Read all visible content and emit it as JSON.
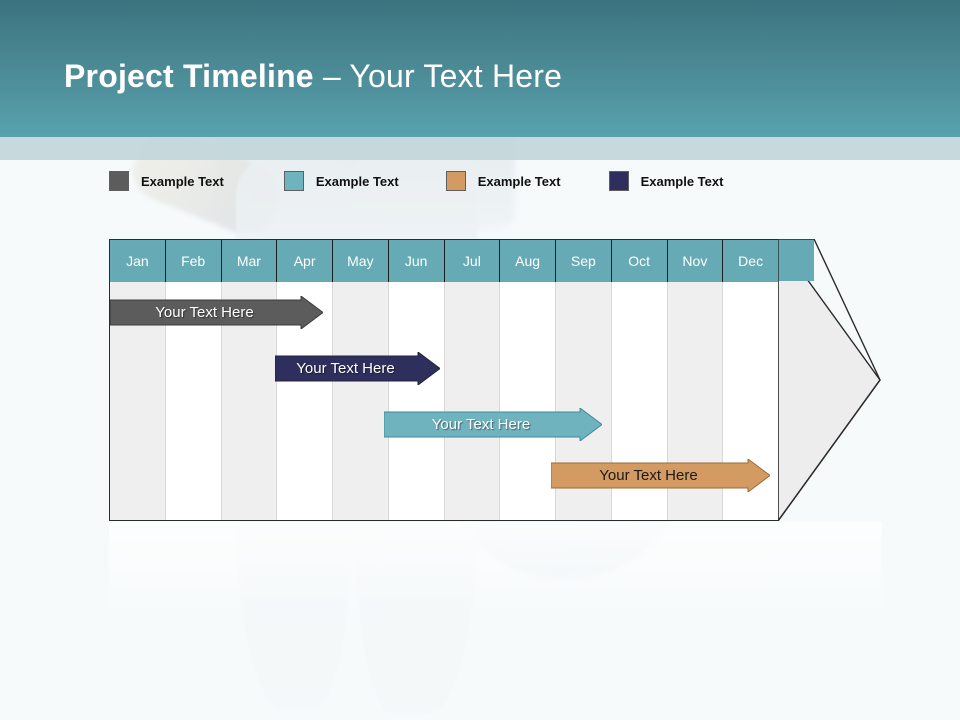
{
  "header": {
    "title_strong": "Project Timeline",
    "title_light": " – Your Text Here",
    "gradient_top": "#3b737f",
    "gradient_bottom": "#57a2ae",
    "strip_color": "#c2d6da"
  },
  "legend": {
    "items": [
      {
        "label": "Example Text",
        "color": "#5c5c5c",
        "swatch_name": "legend-swatch-gray"
      },
      {
        "label": "Example Text",
        "color": "#6fb3bf",
        "swatch_name": "legend-swatch-teal"
      },
      {
        "label": "Example Text",
        "color": "#d39a62",
        "swatch_name": "legend-swatch-orange"
      },
      {
        "label": "Example Text",
        "color": "#2f2f5e",
        "swatch_name": "legend-swatch-navy"
      }
    ]
  },
  "chart_data": {
    "type": "bar",
    "title": "Project Timeline – Your Text Here",
    "xlabel": "",
    "ylabel": "",
    "categories": [
      "Jan",
      "Feb",
      "Mar",
      "Apr",
      "May",
      "Jun",
      "Jul",
      "Aug",
      "Sep",
      "Oct",
      "Nov",
      "Dec"
    ],
    "grid": true,
    "legend_position": "top-left",
    "series": [
      {
        "name": "Example Text",
        "label": "Your  Text Here",
        "color": "#5c5c5c",
        "text_color": "light",
        "start_month": "Jan",
        "end_month": "Apr",
        "start_index": 0,
        "end_index": 3.9,
        "row": 0
      },
      {
        "name": "Example Text",
        "label": "Your  Text Here",
        "color": "#2f2f5e",
        "text_color": "light",
        "start_month": "Apr",
        "end_month": "Jul",
        "start_index": 3.0,
        "end_index": 6.0,
        "row": 1
      },
      {
        "name": "Example Text",
        "label": "Your  Text Here",
        "color": "#6fb3bf",
        "text_color": "light",
        "start_month": "Jun",
        "end_month": "Sep",
        "start_index": 5.0,
        "end_index": 9.0,
        "row": 2
      },
      {
        "name": "Example Text",
        "label": "Your  Text Here",
        "color": "#d39a62",
        "text_color": "dark",
        "start_month": "Sep",
        "end_month": "Dec",
        "start_index": 8.0,
        "end_index": 12.0,
        "row": 3
      }
    ]
  },
  "months": [
    {
      "label": "Jan"
    },
    {
      "label": "Feb"
    },
    {
      "label": "Mar"
    },
    {
      "label": "Apr"
    },
    {
      "label": "May"
    },
    {
      "label": "Jun"
    },
    {
      "label": "Jul"
    },
    {
      "label": "Aug"
    },
    {
      "label": "Sep"
    },
    {
      "label": "Oct"
    },
    {
      "label": "Nov"
    },
    {
      "label": "Dec"
    }
  ],
  "bars": [
    {
      "label": "Your  Text Here",
      "color": "#5c5c5c",
      "stroke": "#3d3d3d",
      "text_class": "dark"
    },
    {
      "label": "Your  Text Here",
      "color": "#2f2f5e",
      "stroke": "#23233f",
      "text_class": "dark"
    },
    {
      "label": "Your  Text Here",
      "color": "#6fb3bf",
      "stroke": "#3e8b99",
      "text_class": "dark"
    },
    {
      "label": "Your  Text Here",
      "color": "#d39a62",
      "stroke": "#9c6a33",
      "text_class": "dark"
    }
  ],
  "colors": {
    "month_header": "#66aab5",
    "stripe_light": "#efefef",
    "stripe_white": "#ffffff",
    "chart_border": "#2b2b2b",
    "arrowhead_fill": "#ededed",
    "page_bg": "#f4f8f9"
  }
}
